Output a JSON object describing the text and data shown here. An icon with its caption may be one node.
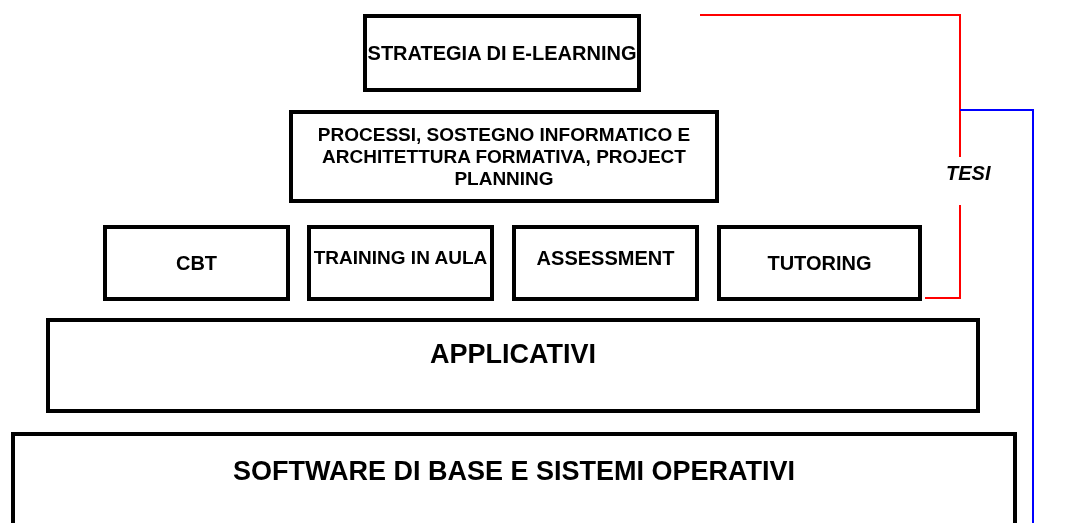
{
  "diagram": {
    "nodes": [
      {
        "text": [
          "STRATEGIA DI E-LEARNING"
        ]
      },
      {
        "text": [
          "PROCESSI, SOSTEGNO INFORMATICO E ARCHITETTURA FORMATIVA, PROJECT PLANNING"
        ]
      },
      {
        "text": [
          "CBT"
        ]
      },
      {
        "text": [
          "TRAINING IN AULA"
        ]
      },
      {
        "text": [
          "ASSESSMENT"
        ]
      },
      {
        "text": [
          "TUTORING"
        ]
      },
      {
        "text": [
          "APPLICATIVI"
        ]
      },
      {
        "text": [
          "SOFTWARE DI BASE E SISTEMI OPERATIVI"
        ]
      }
    ],
    "edges": [],
    "labels": [
      "TESI"
    ]
  }
}
